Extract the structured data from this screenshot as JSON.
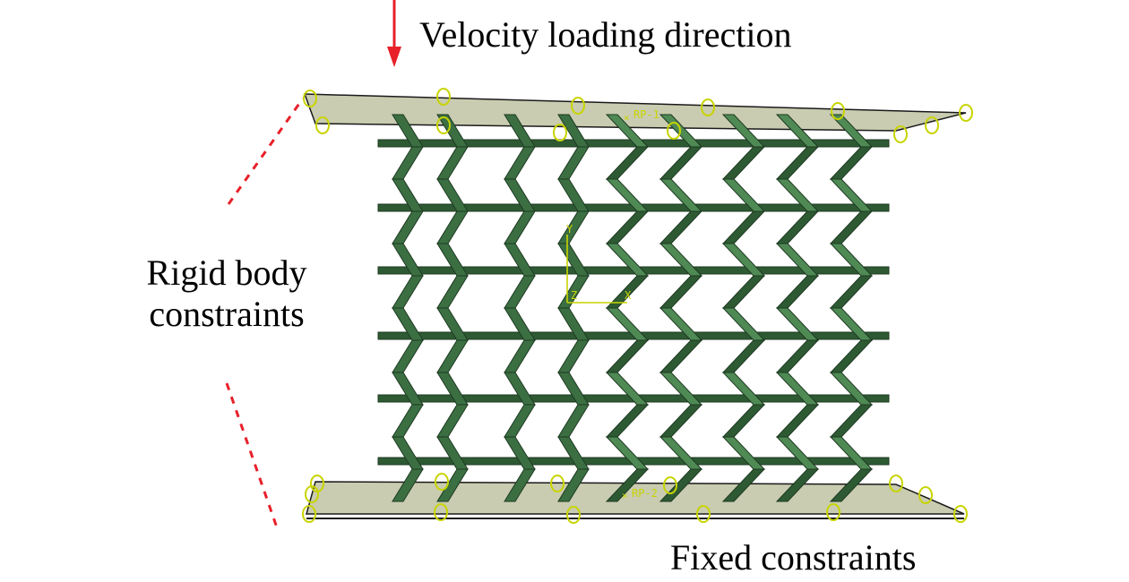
{
  "labels": {
    "velocity": "Velocity loading direction",
    "rigid_line1": "Rigid body",
    "rigid_line2": "constraints",
    "fixed": "Fixed constraints"
  },
  "reference_points": {
    "top": "RP-1",
    "bottom": "RP-2"
  },
  "triad": {
    "y": "Y",
    "x": "X",
    "z": "Z"
  },
  "colors": {
    "arrow": "#e8202a",
    "dashed_leader": "#e8202a",
    "structure_dark": "#2e5a33",
    "structure_mid": "#3b6f42",
    "structure_light": "#4f8a55",
    "plate_fill": "#c9ccb0",
    "plate_edge": "#1a1a1a",
    "constraint_symbol": "#c8d400",
    "triad": "#c8d400"
  }
}
